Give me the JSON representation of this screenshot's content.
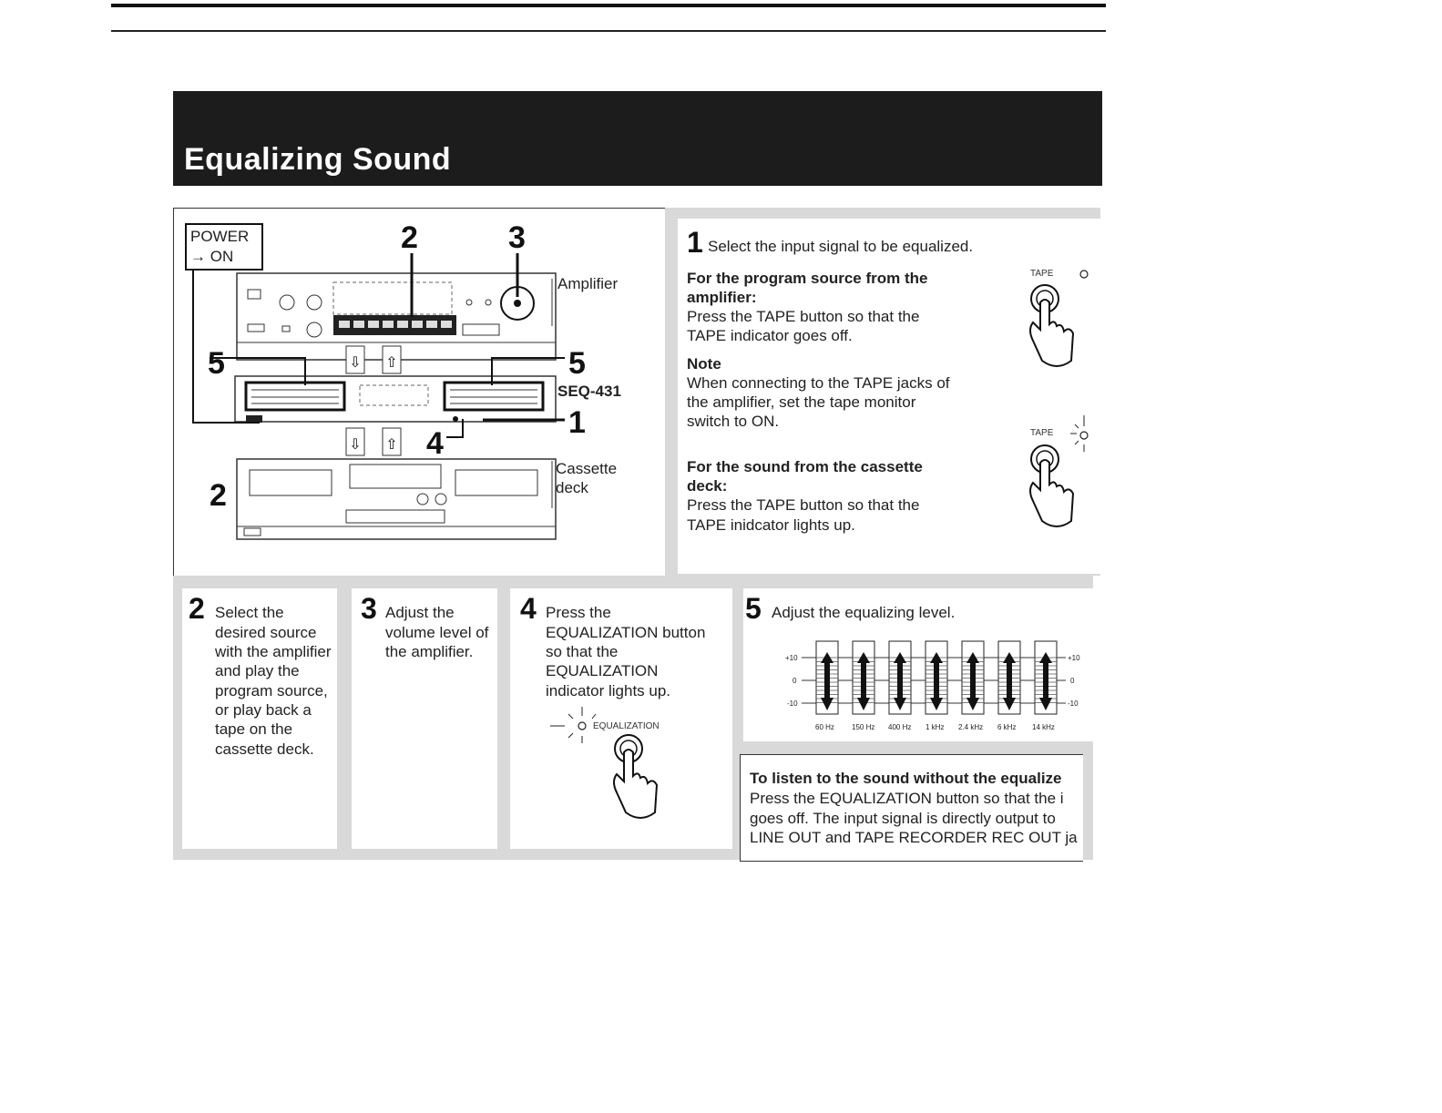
{
  "header": {
    "title": "Equalizing Sound"
  },
  "diagram": {
    "power_label": "POWER",
    "power_on": "→ ON",
    "amplifier_label": "Amplifier",
    "seq_label": "SEQ-431",
    "cassette_label_1": "Cassette",
    "cassette_label_2": "deck",
    "callout_2_top": "2",
    "callout_3": "3",
    "callout_5_left": "5",
    "callout_5_right": "5",
    "callout_1": "1",
    "callout_4": "4",
    "callout_2_left": "2"
  },
  "step1": {
    "num": "1",
    "text": "Select the input signal to be equalized.",
    "amp_heading_1": "For the program source from the",
    "amp_heading_2": "amplifier:",
    "amp_text_1": "Press the TAPE button so that the",
    "amp_text_2": "TAPE indicator goes off.",
    "note_heading": "Note",
    "note_1": "When connecting to the TAPE jacks of",
    "note_2": "the amplifier, set the tape monitor",
    "note_3": "switch to ON.",
    "deck_heading_1": "For the sound from the  cassette",
    "deck_heading_2": "deck:",
    "deck_text_1": "Press the TAPE button so that the",
    "deck_text_2": "TAPE inidcator lights up.",
    "tape_label_1": "TAPE",
    "tape_label_2": "TAPE"
  },
  "step2": {
    "num": "2",
    "lines": [
      "Select the",
      "desired source",
      "with the amplifier",
      "and play the",
      "program source,",
      "or play back a",
      "tape on the",
      "cassette deck."
    ]
  },
  "step3": {
    "num": "3",
    "lines": [
      "Adjust the",
      "volume level of",
      "the amplifier."
    ]
  },
  "step4": {
    "num": "4",
    "lines": [
      "Press the",
      "EQUALIZATION button",
      "so that the",
      "EQUALIZATION",
      "indicator lights up."
    ],
    "indicator_label": "EQUALIZATION"
  },
  "step5": {
    "num": "5",
    "text": "Adjust the equalizing level.",
    "scale_left": [
      "+10",
      "0",
      "-10"
    ],
    "scale_right": [
      "+10",
      "0",
      "-10"
    ],
    "bands": [
      "60 Hz",
      "150 Hz",
      "400 Hz",
      "1 kHz",
      "2.4 kHz",
      "6 kHz",
      "14 kHz"
    ]
  },
  "bypass": {
    "heading": "To listen to the sound without the equalize",
    "line1": "Press the EQUALIZATION button so that the i",
    "line2": "goes off. The input signal is directly output to",
    "line3": "LINE OUT and TAPE RECORDER REC OUT ja"
  }
}
